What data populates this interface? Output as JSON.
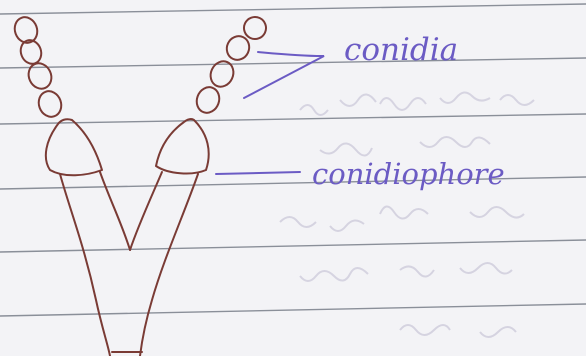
{
  "labels": {
    "conidia": "conidia",
    "conidiophore": "conidiophore"
  },
  "colors": {
    "paper": "#f3f3f6",
    "rule_line": "#8a8f99",
    "margin_pencil": "#cfcfd4",
    "drawing_ink": "#7a3b35",
    "label_ink": "#6b5bc4",
    "bleed_through": "#c9c6d8"
  },
  "icons": {
    "notebook": "ruled-paper",
    "structure": "branched-conidiophore-with-spore-chains"
  }
}
